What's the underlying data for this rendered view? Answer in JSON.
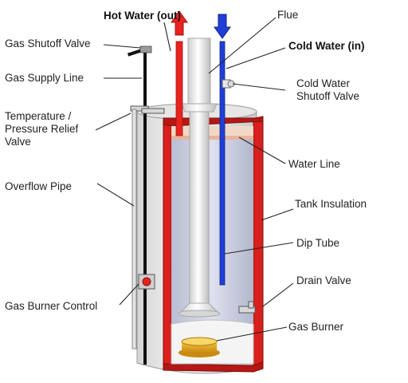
{
  "labels": {
    "hot_water": "Hot Water (out)",
    "flue": "Flue",
    "cold_water": "Cold Water (in)",
    "gas_shutoff_valve": "Gas Shutoff Valve",
    "gas_supply_line": "Gas Supply Line",
    "cold_water_shutoff_valve_1": "Cold Water",
    "cold_water_shutoff_valve_2": "Shutoff Valve",
    "tp_relief_valve_1": "Temperature /",
    "tp_relief_valve_2": "Pressure Relief",
    "tp_relief_valve_3": "Valve",
    "water_line": "Water Line",
    "overflow_pipe": "Overflow Pipe",
    "tank_insulation": "Tank Insulation",
    "dip_tube": "Dip Tube",
    "drain_valve": "Drain Valve",
    "gas_burner_control": "Gas Burner Control",
    "gas_burner": "Gas Burner"
  },
  "colors": {
    "hot": "#e8231f",
    "cold": "#1f3fd8",
    "tank_red": "#d9201c",
    "tank_water": "#c9cde0",
    "flue": "#ededed",
    "line": "#222222"
  }
}
